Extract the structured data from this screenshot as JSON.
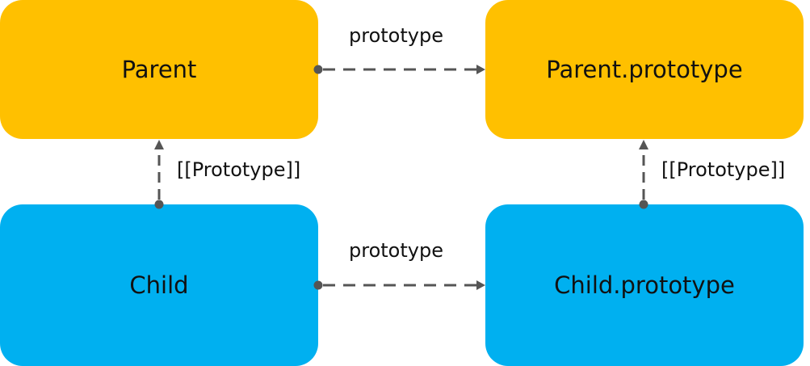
{
  "nodes": {
    "parent": "Parent",
    "parent_prototype": "Parent.prototype",
    "child": "Child",
    "child_prototype": "Child.prototype"
  },
  "edges": {
    "parent_to_prototype": "prototype",
    "child_to_prototype": "prototype",
    "child_to_parent": "[[Prototype]]",
    "child_proto_to_parent_proto": "[[Prototype]]"
  },
  "colors": {
    "parent_row": "#FFC000",
    "child_row": "#00B0F0",
    "connector": "#555555"
  }
}
